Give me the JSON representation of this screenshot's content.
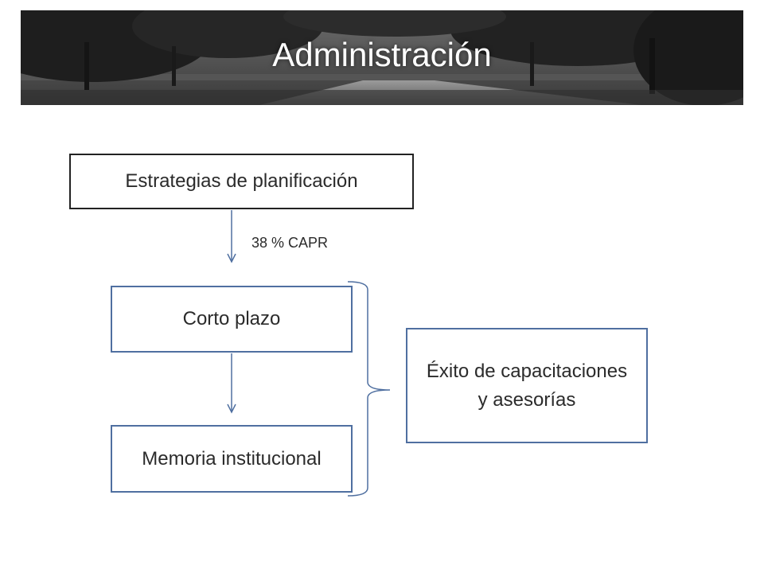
{
  "slide": {
    "title": "Administración",
    "background": "#ffffff",
    "accent": "#4f6fa0"
  },
  "nodes": {
    "strategy": "Estrategias de planificación",
    "corto": "Corto plazo",
    "memoria": "Memoria institucional",
    "exito": "Éxito de capacitaciones y asesorías"
  },
  "edges": {
    "strategy_to_corto_label": "38 % CAPR"
  }
}
